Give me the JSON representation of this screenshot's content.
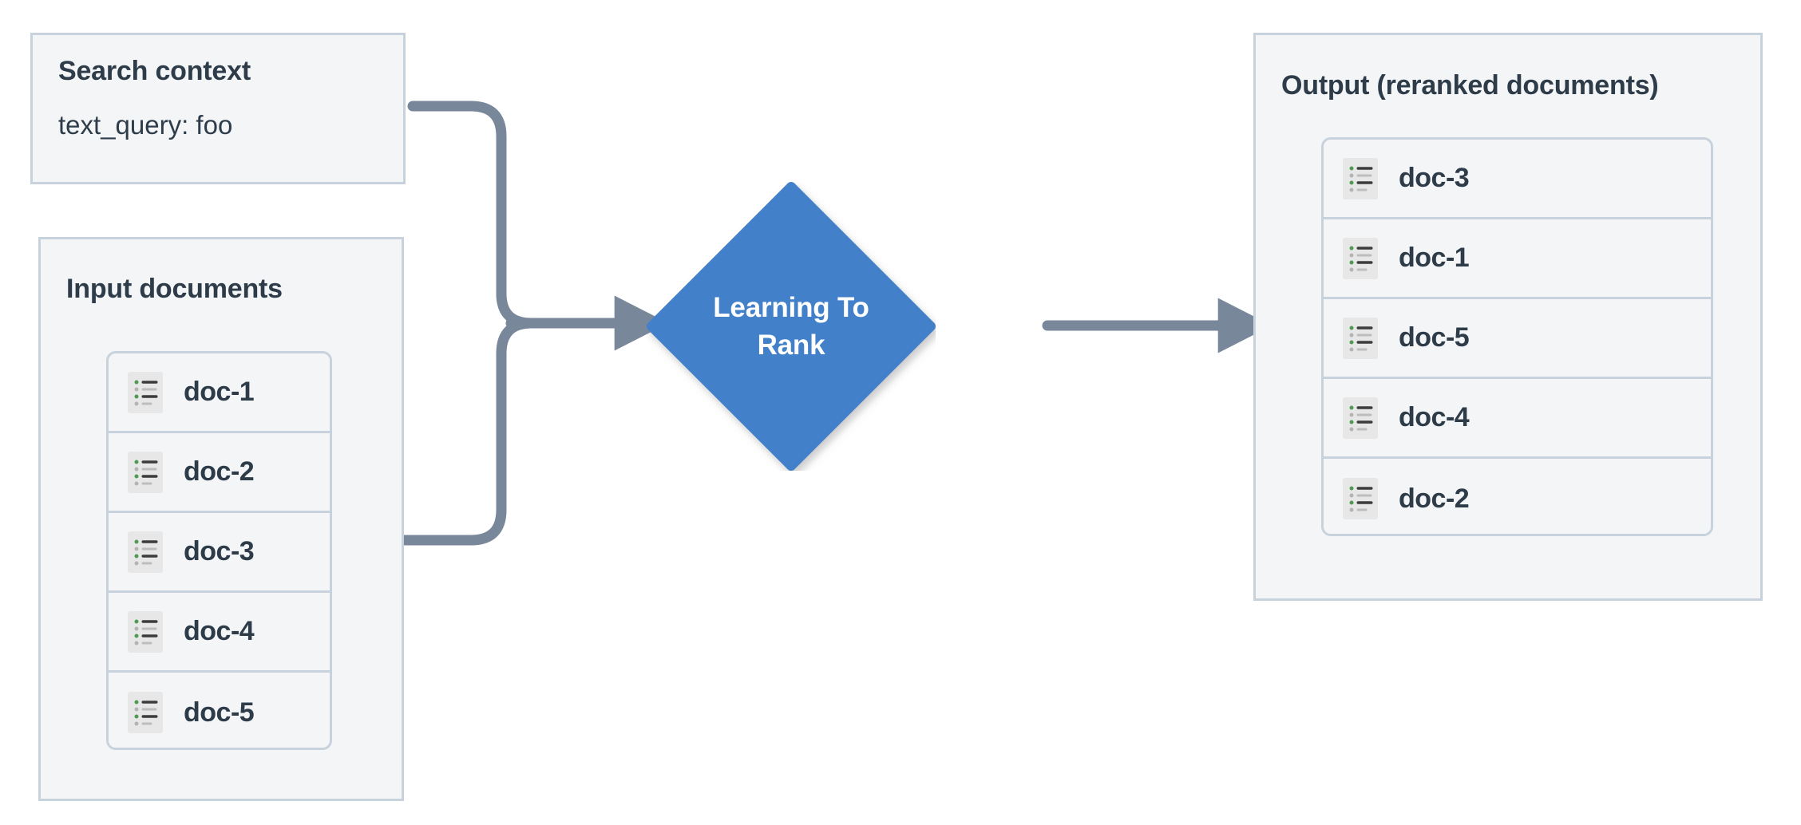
{
  "diagram": {
    "type": "flow",
    "title": "Learning To Rank reranking flow",
    "colors": {
      "page_background": "#ffffff",
      "panel_fill": "#f3f5f7",
      "panel_border": "#c7d2dc",
      "text": "#2e3b49",
      "accent_blue": "#4281ca",
      "connector": "#78879a",
      "icon_background": "#e7e7e7",
      "icon_bullet_green": "#4e9a51",
      "icon_bullet_gray": "#b4b4b4",
      "icon_line_dark": "#3c3c3c",
      "icon_line_light": "#bdbdbd"
    }
  },
  "search_context": {
    "title": "Search context",
    "query_line": "text_query: foo"
  },
  "input_documents": {
    "title": "Input documents",
    "items": [
      {
        "label": "doc-1",
        "icon": "document-list-icon"
      },
      {
        "label": "doc-2",
        "icon": "document-list-icon"
      },
      {
        "label": "doc-3",
        "icon": "document-list-icon"
      },
      {
        "label": "doc-4",
        "icon": "document-list-icon"
      },
      {
        "label": "doc-5",
        "icon": "document-list-icon"
      }
    ]
  },
  "process": {
    "label_line_1": "Learning To",
    "label_line_2": "Rank",
    "shape": "diamond"
  },
  "output_documents": {
    "title": "Output (reranked documents)",
    "items": [
      {
        "label": "doc-3",
        "icon": "document-list-icon"
      },
      {
        "label": "doc-1",
        "icon": "document-list-icon"
      },
      {
        "label": "doc-5",
        "icon": "document-list-icon"
      },
      {
        "label": "doc-4",
        "icon": "document-list-icon"
      },
      {
        "label": "doc-2",
        "icon": "document-list-icon"
      }
    ]
  },
  "connectors": [
    {
      "name": "search-context-to-ltr",
      "from": "search_context",
      "to": "process",
      "arrow": true
    },
    {
      "name": "input-documents-to-ltr",
      "from": "input_documents",
      "to": "process",
      "arrow": true
    },
    {
      "name": "ltr-to-output",
      "from": "process",
      "to": "output_documents",
      "arrow": true
    }
  ]
}
